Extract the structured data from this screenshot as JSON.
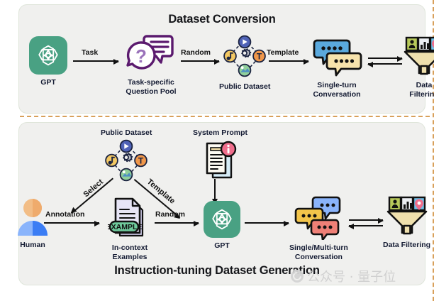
{
  "figure": {
    "panels": [
      {
        "id": "dataset-conversion",
        "title": "Dataset Conversion",
        "nodes": [
          {
            "key": "gpt",
            "label": "GPT",
            "icon": "openai-gpt-icon"
          },
          {
            "key": "qpool",
            "label": "Task-specific\nQuestion Pool",
            "icon": "question-bubble-icon"
          },
          {
            "key": "dataset",
            "label": "Public Dataset",
            "icon": "public-dataset-icon"
          },
          {
            "key": "conv",
            "label": "Single-turn\nConversation",
            "icon": "chat-bubbles-icon"
          },
          {
            "key": "filter",
            "label": "Data Filtering",
            "icon": "funnel-filter-icon"
          }
        ],
        "arrows": [
          {
            "key": "task",
            "label": "Task"
          },
          {
            "key": "random",
            "label": "Random"
          },
          {
            "key": "template",
            "label": "Template"
          },
          {
            "key": "exchange",
            "label": ""
          }
        ]
      },
      {
        "id": "instruction-tuning-dataset-generation",
        "title": "Instruction-tuning Dataset Generation",
        "nodes": [
          {
            "key": "dataset",
            "label": "Public Dataset",
            "icon": "public-dataset-icon"
          },
          {
            "key": "sysprompt",
            "label": "System Prompt",
            "icon": "system-prompt-doc-icon"
          },
          {
            "key": "human",
            "label": "Human",
            "icon": "human-avatar-icon"
          },
          {
            "key": "examples",
            "label": "In-context\nExamples",
            "icon": "example-document-icon"
          },
          {
            "key": "gpt",
            "label": "GPT",
            "icon": "openai-gpt-icon"
          },
          {
            "key": "conv",
            "label": "Single/Multi-turn\nConversation",
            "icon": "chat-bubbles-multi-icon"
          },
          {
            "key": "filter",
            "label": "Data Filtering",
            "icon": "funnel-filter-icon"
          }
        ],
        "arrows": [
          {
            "key": "select",
            "label": "Select"
          },
          {
            "key": "template",
            "label": "Template"
          },
          {
            "key": "annotation",
            "label": "Annotation"
          },
          {
            "key": "random",
            "label": "Random"
          },
          {
            "key": "sys-to-gpt",
            "label": ""
          },
          {
            "key": "gpt-to-conv",
            "label": ""
          },
          {
            "key": "exchange",
            "label": ""
          }
        ]
      }
    ]
  },
  "example_badge": "EXAMPLE",
  "dataset_icon_items": [
    "video-play-icon",
    "music-note-icon",
    "text-T-icon",
    "image-photo-icon",
    "gear-icon"
  ],
  "watermark": {
    "text": "公众号 · 量子位"
  },
  "colors": {
    "panel_bg": "#f0f0ee",
    "panel_border": "#dfe5da",
    "frame_dash": "#d8a05a",
    "gpt_green": "#49a183",
    "purple": "#5b1a6e",
    "bubble_blue": "#5aa9dd",
    "bubble_cream": "#f7e3ac",
    "bubble_yellow": "#f3c54a",
    "bubble_red": "#ef8077",
    "funnel_fill": "#efe0ad",
    "info_pink": "#ef6e8c",
    "doc_lavender": "#d9d7ef",
    "caption": "#141b33"
  }
}
